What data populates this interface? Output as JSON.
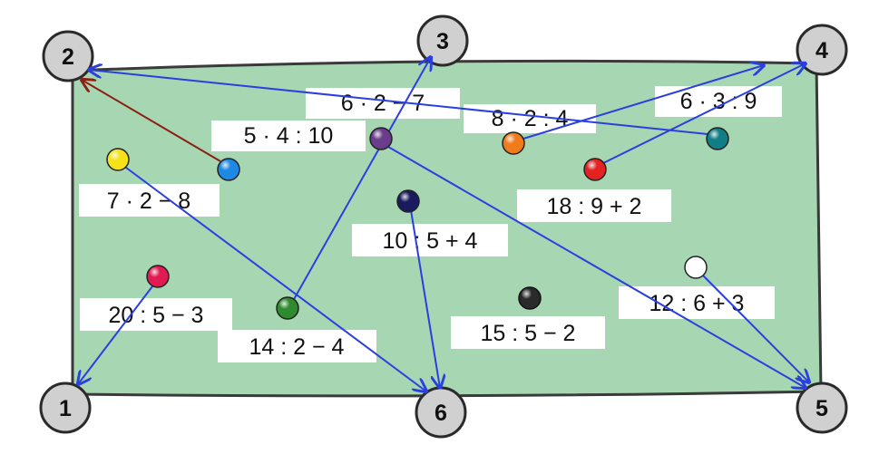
{
  "colors": {
    "table_felt": "#a6d6b2",
    "table_border": "#3a3a3a",
    "arrow_blue": "#2b3fe0",
    "arrow_red": "#8b1f14",
    "label_bg": "#ffffff",
    "pocket_fill": "#d0d0d0"
  },
  "pockets": [
    {
      "id": "1",
      "label": "1"
    },
    {
      "id": "2",
      "label": "2"
    },
    {
      "id": "3",
      "label": "3"
    },
    {
      "id": "4",
      "label": "4"
    },
    {
      "id": "5",
      "label": "5"
    },
    {
      "id": "6",
      "label": "6"
    }
  ],
  "balls": [
    {
      "id": "yellow",
      "color": "#f5e21a",
      "expression": "7 · 2 − 8"
    },
    {
      "id": "blue",
      "color": "#1e88e5",
      "expression": ""
    },
    {
      "id": "purple",
      "color": "#6a3c8c",
      "expression": "6 · 2 − 7"
    },
    {
      "id": "lightblue-label",
      "color": "",
      "expression": "5 · 4 : 10"
    },
    {
      "id": "orange",
      "color": "#f07b1a",
      "expression": "8 · 2 : 4"
    },
    {
      "id": "teal",
      "color": "#117e86",
      "expression": "6 · 3 : 9"
    },
    {
      "id": "red",
      "color": "#e32222",
      "expression": "18 : 9 + 2"
    },
    {
      "id": "navy",
      "color": "#1a1a5e",
      "expression": "10 : 5 + 4"
    },
    {
      "id": "pink",
      "color": "#e21a52",
      "expression": "20 : 5 − 3"
    },
    {
      "id": "green",
      "color": "#2e8b2e",
      "expression": "14 : 2 − 4"
    },
    {
      "id": "black",
      "color": "#2a2a2a",
      "expression": "15 : 5 − 2"
    },
    {
      "id": "white",
      "color": "#ffffff",
      "expression": "12 : 6 + 3"
    }
  ]
}
